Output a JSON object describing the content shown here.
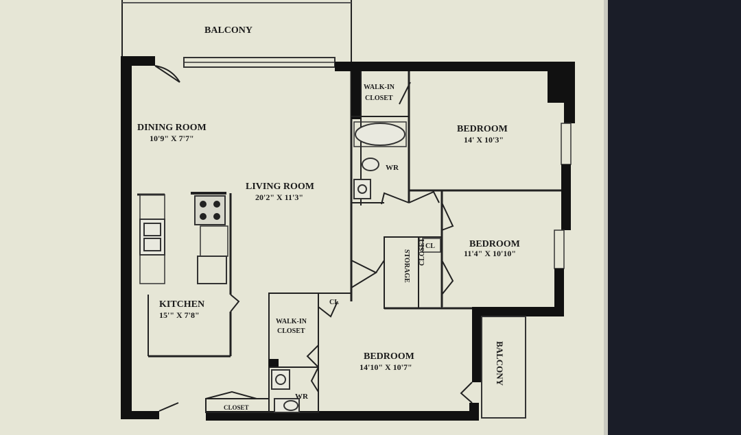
{
  "colors": {
    "paper": "#e6e6d6",
    "wall": "#111111",
    "monitor_bezel": "#1a1d28"
  },
  "labels": {
    "balcony_top": "BALCONY",
    "balcony_right": "BALCONY",
    "dining_name": "DINING ROOM",
    "dining_dim": "10'9\" X 7'7\"",
    "living_name": "LIVING ROOM",
    "living_dim": "20'2\" X 11'3\"",
    "kitchen_name": "KITCHEN",
    "kitchen_dim": "15'\" X 7'8\"",
    "walkin_top_1": "WALK-IN",
    "walkin_top_2": "CLOSET",
    "wr_top": "WR",
    "bed1_name": "BEDROOM",
    "bed1_dim": "14' X 10'3\"",
    "bed2_name": "BEDROOM",
    "bed2_dim": "11'4\" X 10'10\"",
    "cl_right": "CL",
    "storage": "STORAGE",
    "closet_vert": "CLOSET",
    "cl_mid": "CL",
    "walkin_bot_1": "WALK-IN",
    "walkin_bot_2": "CLOSET",
    "bed3_name": "BEDROOM",
    "bed3_dim": "14'10\" X 10'7\"",
    "wr_bottom": "WR",
    "closet_bottom": "CLOSET"
  }
}
